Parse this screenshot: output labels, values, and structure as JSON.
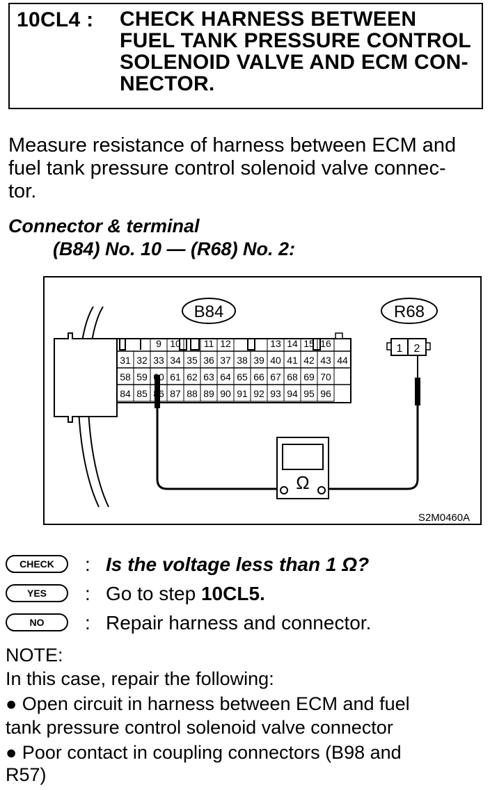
{
  "step": {
    "id": "10CL4 :",
    "title_lines": [
      "CHECK HARNESS BETWEEN",
      "FUEL TANK PRESSURE CONTROL",
      "SOLENOID VALVE AND ECM CON-",
      "NECTOR."
    ]
  },
  "instruction_lines": [
    "Measure resistance of harness between ECM and",
    "fuel tank pressure control solenoid valve connec-",
    "tor."
  ],
  "connector": {
    "heading": "Connector & terminal",
    "value": "(B84) No. 10 — (R68) No. 2:"
  },
  "diagram": {
    "ecm_connector_label": "B84",
    "solenoid_connector_label": "R68",
    "ecm_top_row": [
      "9",
      "10",
      "11",
      "12",
      "13",
      "14",
      "15",
      "16"
    ],
    "ecm_row2": [
      "31",
      "32",
      "33",
      "34",
      "35",
      "36",
      "37",
      "38",
      "39",
      "40",
      "41",
      "42",
      "43",
      "44"
    ],
    "ecm_row3": [
      "58",
      "59",
      "60",
      "61",
      "62",
      "63",
      "64",
      "65",
      "66",
      "67",
      "68",
      "69",
      "70"
    ],
    "ecm_row4": [
      "84",
      "85",
      "86",
      "87",
      "88",
      "89",
      "90",
      "91",
      "92",
      "93",
      "94",
      "95",
      "96"
    ],
    "r68_pins": [
      "1",
      "2"
    ],
    "meter_symbol": "Ω",
    "figure_code": "S2M0460A"
  },
  "check": {
    "check_badge": "CHECK",
    "check_text": "Is the voltage less than 1 Ω?",
    "yes_badge": "YES",
    "yes_text_prefix": "Go to step ",
    "yes_text_step": "10CL5.",
    "no_badge": "NO",
    "no_text": "Repair harness and connector.",
    "colon": ":"
  },
  "note": {
    "heading": "NOTE:",
    "intro": "In this case, repair the following:",
    "bullet1_line1": "●  Open circuit in harness between ECM and fuel",
    "bullet1_line2": "tank pressure control solenoid valve connector",
    "bullet2_line1": "●  Poor contact in coupling connectors (B98 and",
    "bullet2_line2": "R57)"
  }
}
